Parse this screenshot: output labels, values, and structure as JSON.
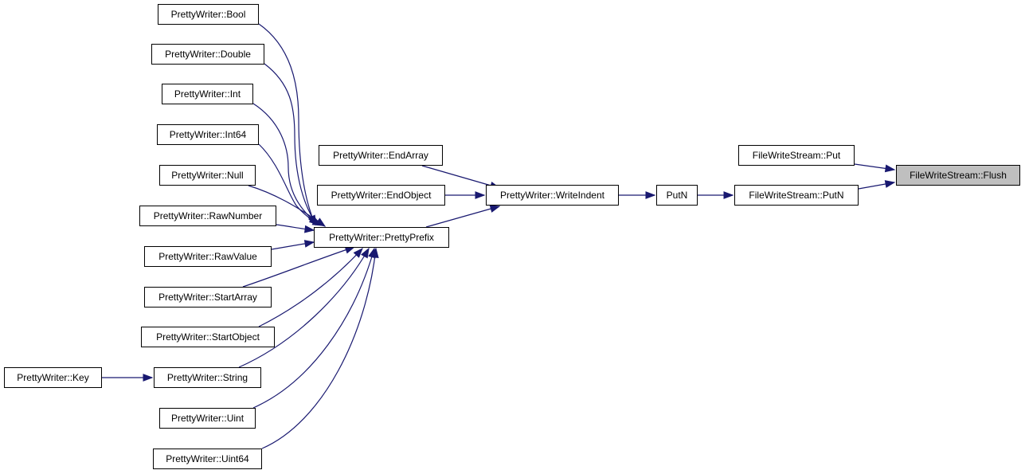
{
  "graph": {
    "colors": {
      "edge": "#191970",
      "node_border": "#000000",
      "node_fill": "#ffffff",
      "highlight_fill": "#bfbfbf"
    },
    "nodes": [
      {
        "id": "bool",
        "label": "PrettyWriter::Bool",
        "interactable": true
      },
      {
        "id": "double",
        "label": "PrettyWriter::Double",
        "interactable": true
      },
      {
        "id": "int",
        "label": "PrettyWriter::Int",
        "interactable": true
      },
      {
        "id": "int64",
        "label": "PrettyWriter::Int64",
        "interactable": true
      },
      {
        "id": "null",
        "label": "PrettyWriter::Null",
        "interactable": true
      },
      {
        "id": "rawnumber",
        "label": "PrettyWriter::RawNumber",
        "interactable": true
      },
      {
        "id": "rawvalue",
        "label": "PrettyWriter::RawValue",
        "interactable": true
      },
      {
        "id": "startarray",
        "label": "PrettyWriter::StartArray",
        "interactable": true
      },
      {
        "id": "startobject",
        "label": "PrettyWriter::StartObject",
        "interactable": true
      },
      {
        "id": "key",
        "label": "PrettyWriter::Key",
        "interactable": true
      },
      {
        "id": "string",
        "label": "PrettyWriter::String",
        "interactable": true
      },
      {
        "id": "uint",
        "label": "PrettyWriter::Uint",
        "interactable": true
      },
      {
        "id": "uint64",
        "label": "PrettyWriter::Uint64",
        "interactable": true
      },
      {
        "id": "endarray",
        "label": "PrettyWriter::EndArray",
        "interactable": true
      },
      {
        "id": "endobject",
        "label": "PrettyWriter::EndObject",
        "interactable": true
      },
      {
        "id": "prettyprefix",
        "label": "PrettyWriter::PrettyPrefix",
        "interactable": true
      },
      {
        "id": "writeindent",
        "label": "PrettyWriter::WriteIndent",
        "interactable": true
      },
      {
        "id": "putn",
        "label": "PutN",
        "interactable": true
      },
      {
        "id": "fwsput",
        "label": "FileWriteStream::Put",
        "interactable": true
      },
      {
        "id": "fwsputn",
        "label": "FileWriteStream::PutN",
        "interactable": true
      },
      {
        "id": "flush",
        "label": "FileWriteStream::Flush",
        "interactable": false,
        "highlight": true
      }
    ],
    "edges": [
      {
        "from": "bool",
        "to": "prettyprefix"
      },
      {
        "from": "double",
        "to": "prettyprefix"
      },
      {
        "from": "int",
        "to": "prettyprefix"
      },
      {
        "from": "int64",
        "to": "prettyprefix"
      },
      {
        "from": "null",
        "to": "prettyprefix"
      },
      {
        "from": "rawnumber",
        "to": "prettyprefix"
      },
      {
        "from": "rawvalue",
        "to": "prettyprefix"
      },
      {
        "from": "startarray",
        "to": "prettyprefix"
      },
      {
        "from": "startobject",
        "to": "prettyprefix"
      },
      {
        "from": "string",
        "to": "prettyprefix"
      },
      {
        "from": "uint",
        "to": "prettyprefix"
      },
      {
        "from": "uint64",
        "to": "prettyprefix"
      },
      {
        "from": "key",
        "to": "string"
      },
      {
        "from": "endarray",
        "to": "writeindent"
      },
      {
        "from": "endobject",
        "to": "writeindent"
      },
      {
        "from": "prettyprefix",
        "to": "writeindent"
      },
      {
        "from": "writeindent",
        "to": "putn"
      },
      {
        "from": "putn",
        "to": "fwsputn"
      },
      {
        "from": "fwsput",
        "to": "flush"
      },
      {
        "from": "fwsputn",
        "to": "flush"
      }
    ]
  }
}
